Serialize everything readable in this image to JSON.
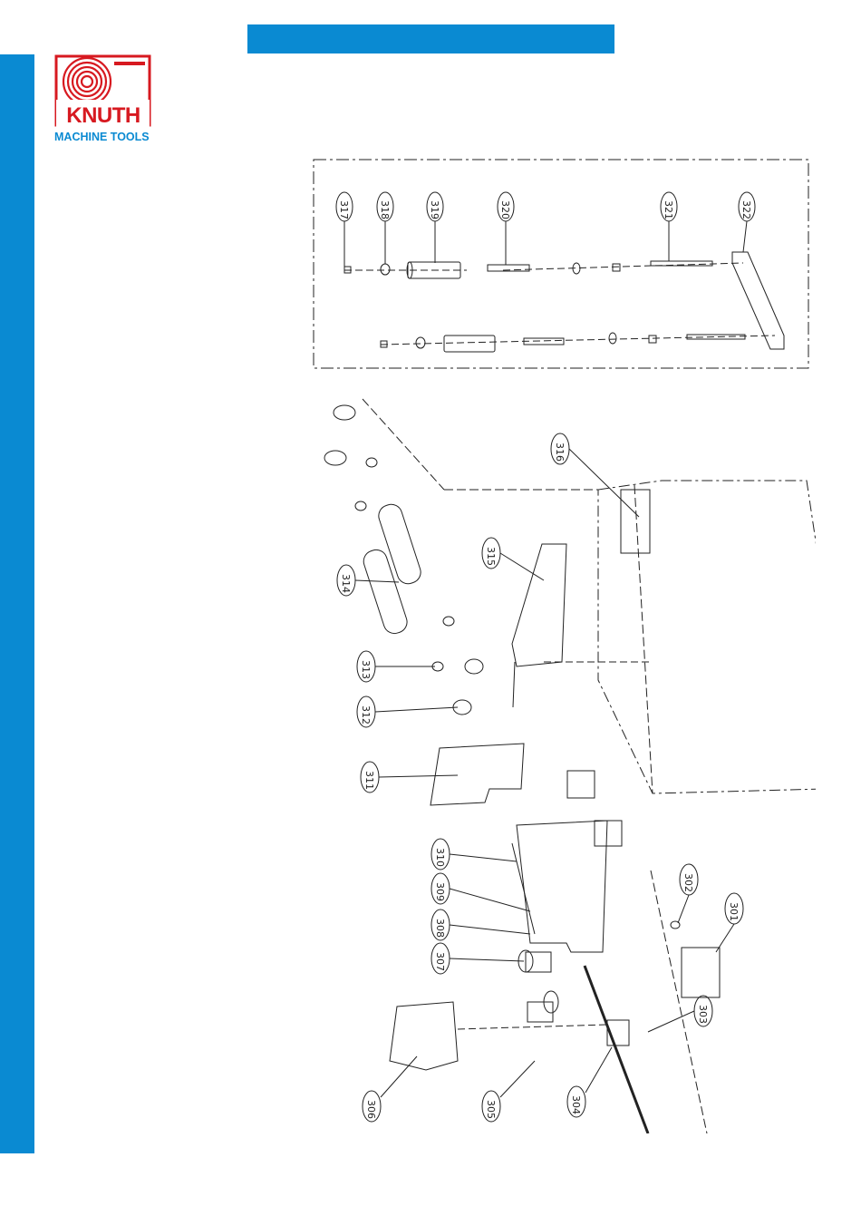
{
  "brand": {
    "name": "KNUTH",
    "tagline": "MACHINE TOOLS",
    "brand_blue": "#0a8ad2",
    "brand_red": "#d71920"
  },
  "header_band": {
    "text": ""
  },
  "parts": {
    "p301": "301",
    "p302": "302",
    "p303": "303",
    "p304": "304",
    "p305": "305",
    "p306": "306",
    "p307": "307",
    "p308": "308",
    "p309": "309",
    "p310": "310",
    "p311": "311",
    "p312": "312",
    "p313": "313",
    "p314": "314",
    "p315": "315",
    "p316": "316",
    "p317": "317",
    "p318": "318",
    "p319": "319",
    "p320": "320",
    "p321": "321",
    "p322": "322"
  }
}
